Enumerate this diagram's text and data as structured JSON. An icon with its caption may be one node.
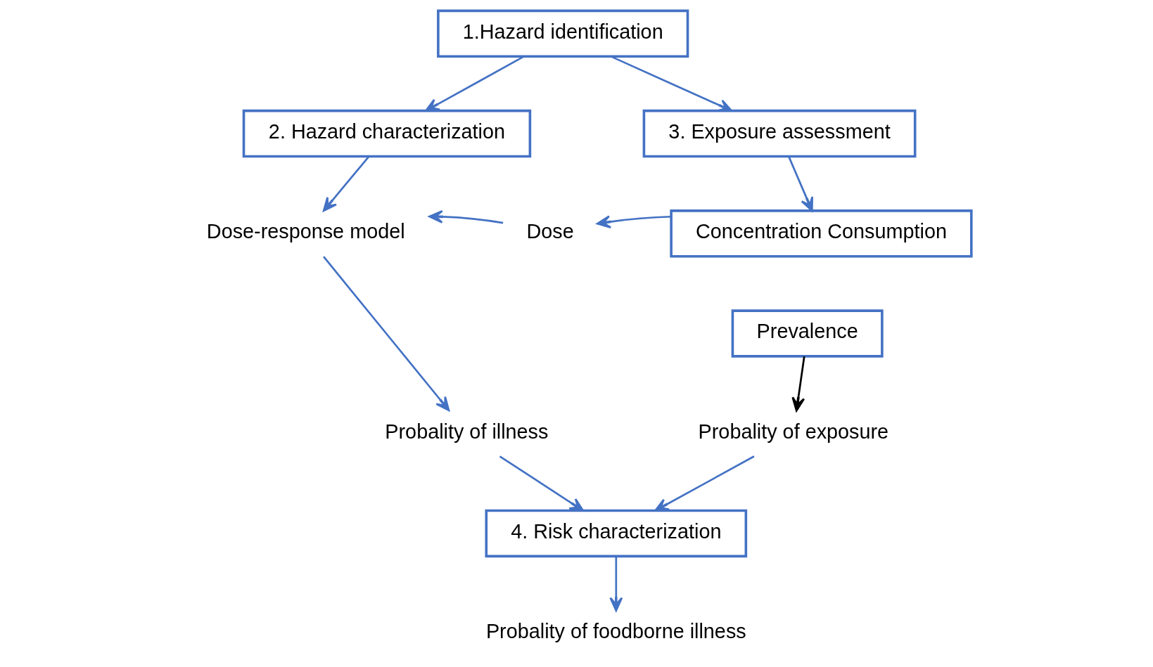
{
  "diagram": {
    "nodes": [
      {
        "text": [
          "1.Hazard identification"
        ]
      },
      {
        "text": [
          "2. Hazard characterization"
        ]
      },
      {
        "text": [
          "3. Exposure assessment"
        ]
      },
      {
        "text": [
          "Dose-response model"
        ]
      },
      {
        "text": [
          "Dose"
        ]
      },
      {
        "text": [
          "Concentration Consumption"
        ]
      },
      {
        "text": [
          "Prevalence"
        ]
      },
      {
        "text": [
          "Probality of illness"
        ]
      },
      {
        "text": [
          "Probality of exposure"
        ]
      },
      {
        "text": [
          "4. Risk characterization"
        ]
      },
      {
        "text": [
          "Probality of foodborne illness"
        ]
      }
    ],
    "edges": [
      {
        "from": 0,
        "to": 1,
        "arrow": "to"
      },
      {
        "from": 0,
        "to": 2,
        "arrow": "to"
      },
      {
        "from": 1,
        "to": 3,
        "arrow": "to"
      },
      {
        "from": 2,
        "to": 5,
        "arrow": "to"
      },
      {
        "from": 5,
        "to": 4,
        "arrow": "to"
      },
      {
        "from": 4,
        "to": 3,
        "arrow": "to"
      },
      {
        "from": 3,
        "to": 7,
        "arrow": "to"
      },
      {
        "from": 6,
        "to": 8,
        "arrow": "to",
        "color": "#000000"
      },
      {
        "from": 7,
        "to": 9,
        "arrow": "to"
      },
      {
        "from": 8,
        "to": 9,
        "arrow": "to"
      },
      {
        "from": 9,
        "to": 10,
        "arrow": "to"
      }
    ]
  }
}
